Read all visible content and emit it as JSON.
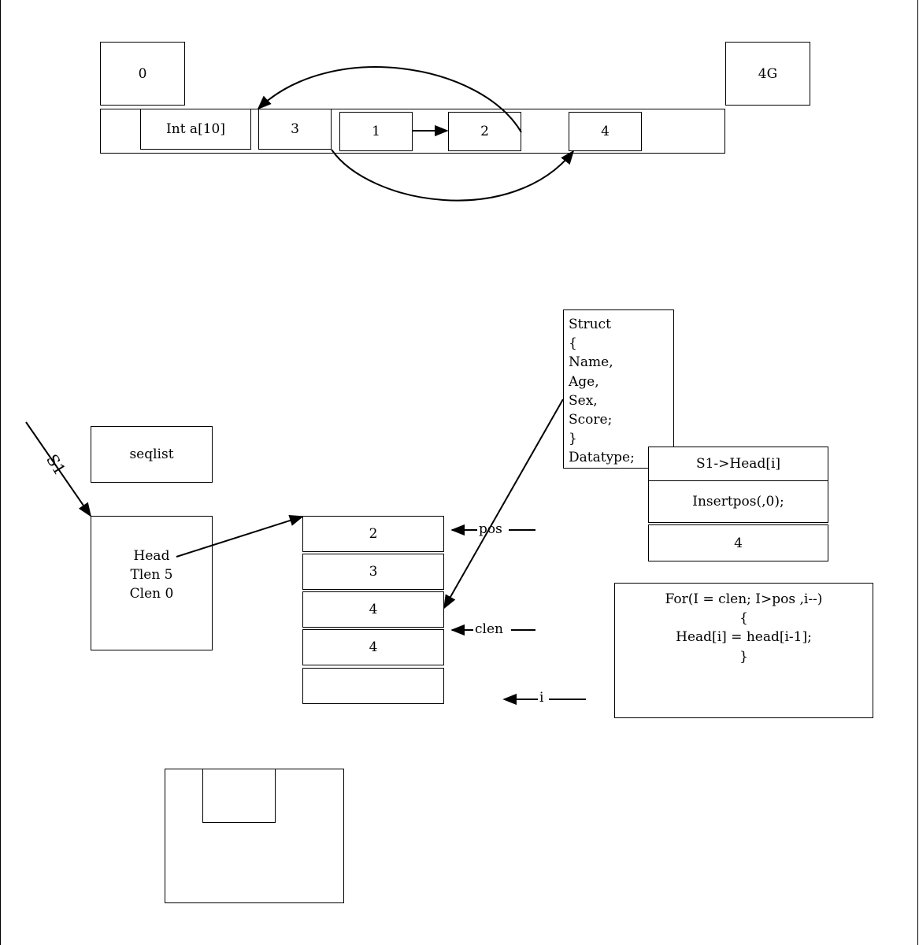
{
  "memory": {
    "start_label": "0",
    "end_label": "4G",
    "array_label": "Int a[10]",
    "cells": [
      "3",
      "1",
      "2",
      "4"
    ]
  },
  "seqlist": {
    "title": "seqlist",
    "pointer_label": "S1",
    "fields": [
      "Head",
      "Tlen 5",
      "Clen 0"
    ]
  },
  "stack": {
    "cells": [
      "2",
      "3",
      "4",
      "4",
      ""
    ]
  },
  "markers": {
    "pos": "pos",
    "clen": "clen",
    "i": "i"
  },
  "struct_box": {
    "lines": [
      "Struct",
      "{",
      "Name,",
      "Age,",
      "Sex,",
      "Score;",
      "}",
      "Datatype;"
    ]
  },
  "call_box": {
    "rows": [
      "S1->Head[i]",
      "Insertpos(,0);",
      "4"
    ]
  },
  "loop_box": {
    "lines": [
      "For(I = clen; I>pos ,i--)",
      "{",
      "Head[i] = head[i-1];",
      "}"
    ]
  }
}
